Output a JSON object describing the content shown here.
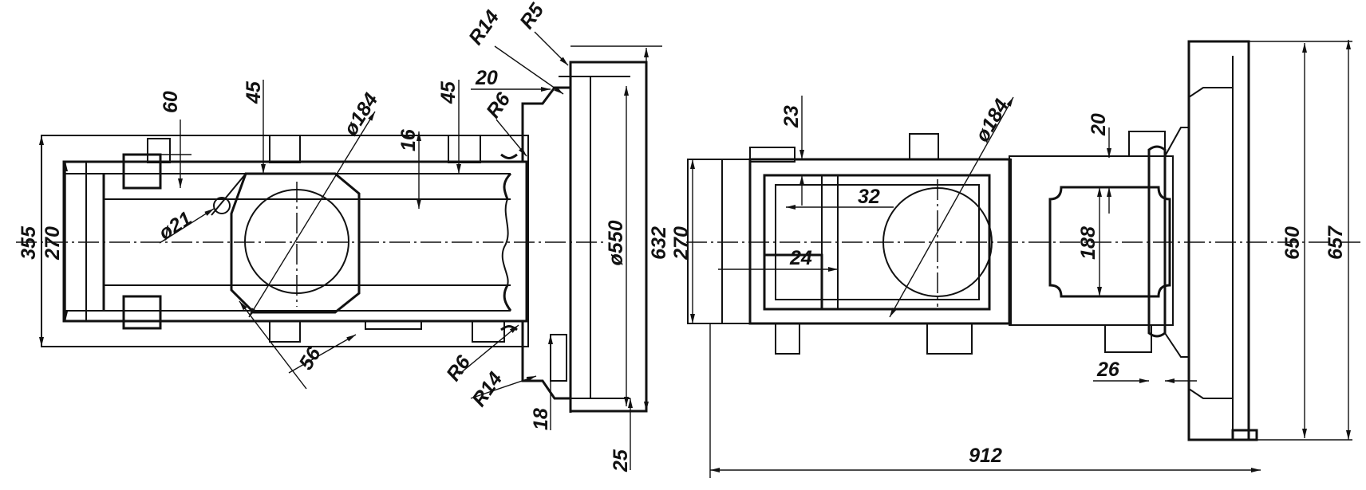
{
  "dimensions": {
    "d60": "60",
    "d45a": "45",
    "d184a": "ø184",
    "d16": "16",
    "d45b": "45",
    "r14a": "R14",
    "r5": "R5",
    "d20a": "20",
    "r6a": "R6",
    "d355": "355",
    "d270a": "270",
    "d21": "ø21",
    "d550": "ø550",
    "d632": "632",
    "d56": "56",
    "r6b": "R6",
    "r14b": "R14",
    "d18": "18",
    "d25": "25",
    "d23": "23",
    "d32": "32",
    "d184b": "ø184",
    "d20b": "20",
    "d270b": "270",
    "d24": "24",
    "d188": "188",
    "d650": "650",
    "d657": "657",
    "d26": "26",
    "d912": "912"
  }
}
